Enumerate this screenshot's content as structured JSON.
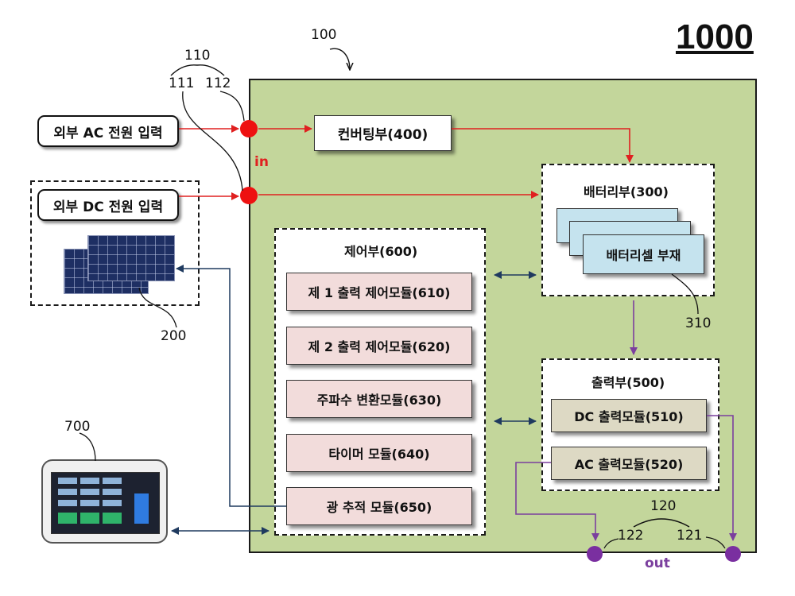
{
  "title_number": "1000",
  "refs": {
    "r100": "100",
    "r110": "110",
    "r111": "111",
    "r112": "112",
    "r120": "120",
    "r121": "121",
    "r122": "122",
    "r200": "200",
    "r310": "310",
    "r700": "700"
  },
  "ports": {
    "in": "in",
    "out": "out"
  },
  "inputs": {
    "ac": "외부 AC 전원 입력",
    "dc": "외부 DC 전원 입력"
  },
  "converter": "컨버팅부(400)",
  "battery": {
    "title": "배터리부(300)",
    "cell": "배터리셀 부재"
  },
  "control": {
    "title": "제어부(600)",
    "modules": [
      "제 1 출력 제어모듈(610)",
      "제 2 출력 제어모듈(620)",
      "주파수 변환모듈(630)",
      "타이머 모듈(640)",
      "광 추적 모듈(650)"
    ]
  },
  "output": {
    "title": "출력부(500)",
    "modules": [
      "DC 출력모듈(510)",
      "AC 출력모듈(520)"
    ]
  },
  "colors": {
    "panel_green": "#c3d69b",
    "power_red": "#e02020",
    "node_red": "#ee1111",
    "out_purple": "#7b3f9e",
    "signal_navy": "#1f3a5f"
  }
}
